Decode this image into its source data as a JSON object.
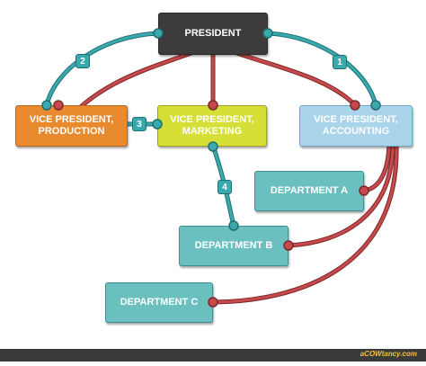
{
  "nodes": {
    "president": "PRESIDENT",
    "vp_production": "VICE PRESIDENT,\nPRODUCTION",
    "vp_marketing": "VICE PRESIDENT,\nMARKETING",
    "vp_accounting": "VICE PRESIDENT,\nACCOUNTING",
    "dept_a": "DEPARTMENT A",
    "dept_b": "DEPARTMENT B",
    "dept_c": "DEPARTMENT C"
  },
  "badges": [
    "1",
    "2",
    "3",
    "4"
  ],
  "footer": {
    "brand": "aCOWtancy.com"
  },
  "colors": {
    "president": "#3d3b3c",
    "vp_production": "#e98a2e",
    "vp_marketing": "#d6df38",
    "vp_accounting": "#a9d4ea",
    "department": "#6cbfbf",
    "line_authority": "#c8494b",
    "line_communication": "#3aa9ad",
    "badge": "#3aa9ad",
    "footer_bar": "#3a3a3a",
    "footer_text": "#f5c242"
  }
}
